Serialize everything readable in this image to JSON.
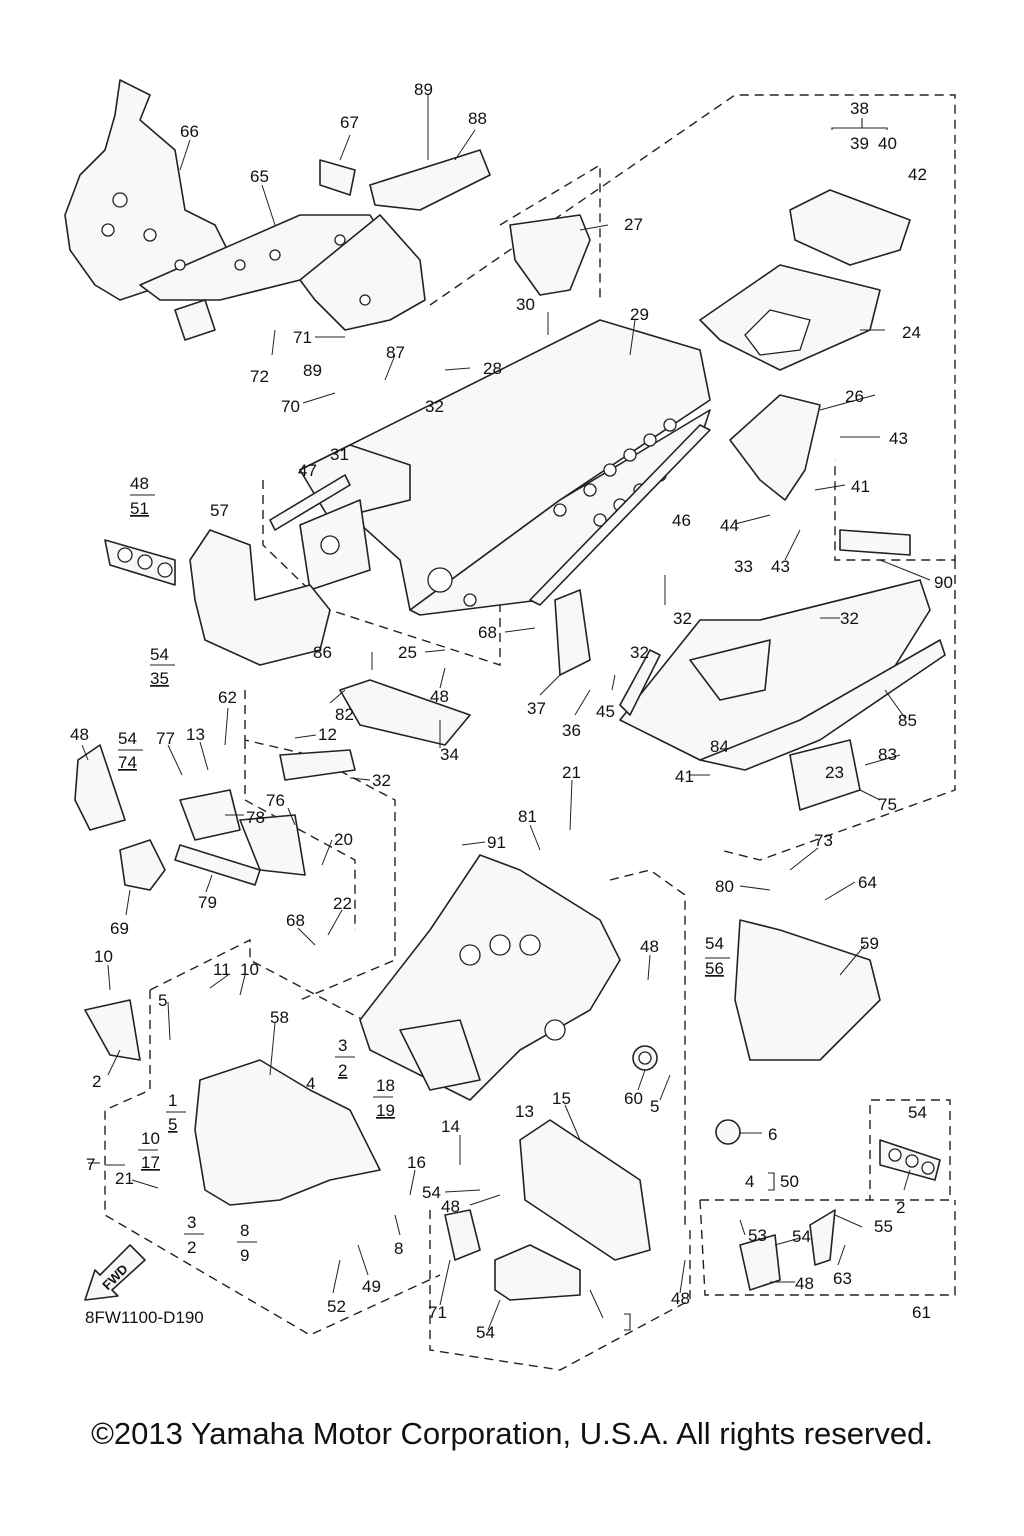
{
  "diagram": {
    "code": "8FW1100-D190",
    "fwd": "FWD",
    "copyright": "©2013 Yamaha Motor Corporation, U.S.A. All rights reserved."
  },
  "labels": [
    "89",
    "88",
    "67",
    "66",
    "65",
    "38",
    "39",
    "40",
    "42",
    "27",
    "30",
    "29",
    "24",
    "71",
    "87",
    "89",
    "28",
    "72",
    "70",
    "32",
    "26",
    "43",
    "41",
    "48",
    "51",
    "57",
    "31",
    "47",
    "46",
    "44",
    "43",
    "90",
    "33",
    "32",
    "32",
    "68",
    "25",
    "37",
    "32",
    "45",
    "36",
    "85",
    "86",
    "82",
    "48",
    "54",
    "35",
    "84",
    "34",
    "83",
    "62",
    "48",
    "54",
    "74",
    "77",
    "13",
    "12",
    "32",
    "41",
    "23",
    "75",
    "76",
    "78",
    "20",
    "81",
    "21",
    "91",
    "73",
    "79",
    "80",
    "64",
    "69",
    "68",
    "22",
    "48",
    "54",
    "56",
    "59",
    "10",
    "11",
    "10",
    "5",
    "58",
    "2",
    "3",
    "2",
    "4",
    "18",
    "19",
    "60",
    "5",
    "6",
    "1",
    "5",
    "7",
    "10",
    "17",
    "21",
    "14",
    "13",
    "15",
    "16",
    "54",
    "48",
    "54",
    "50",
    "4",
    "2",
    "3",
    "2",
    "8",
    "9",
    "8",
    "49",
    "52",
    "53",
    "54",
    "55",
    "48",
    "63",
    "61",
    "71",
    "54",
    "48"
  ]
}
